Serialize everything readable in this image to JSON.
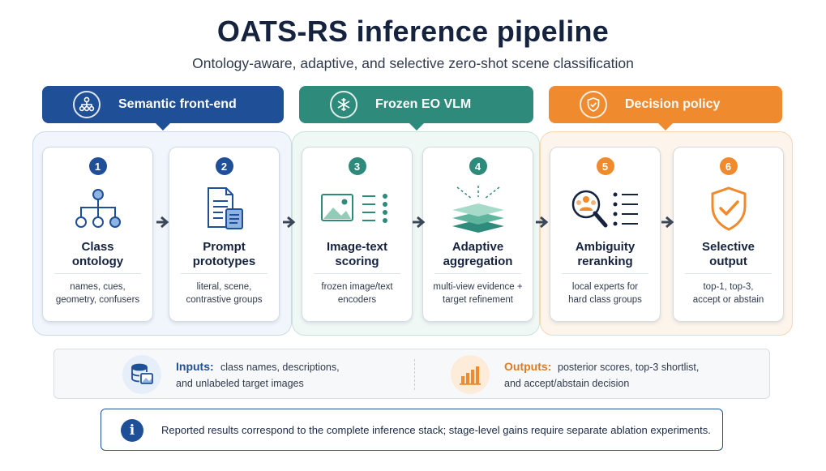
{
  "title": "OATS-RS inference pipeline",
  "subtitle": "Ontology-aware, adaptive, and selective zero-shot scene classification",
  "groups": [
    {
      "label": "Semantic front-end",
      "icon": "hierarchy-icon",
      "color": "#1f4f96"
    },
    {
      "label": "Frozen EO VLM",
      "icon": "snowflake-icon",
      "color": "#2e8a7a"
    },
    {
      "label": "Decision policy",
      "icon": "shield-check-icon",
      "color": "#ef8a2e"
    }
  ],
  "steps": [
    {
      "num": "1",
      "title_line1": "Class",
      "title_line2": "ontology",
      "desc_line1": "names, cues,",
      "desc_line2": "geometry, confusers",
      "icon": "class-tree-icon"
    },
    {
      "num": "2",
      "title_line1": "Prompt",
      "title_line2": "prototypes",
      "desc_line1": "literal, scene,",
      "desc_line2": "contrastive groups",
      "icon": "documents-icon"
    },
    {
      "num": "3",
      "title_line1": "Image-text",
      "title_line2": "scoring",
      "desc_line1": "frozen image/text",
      "desc_line2": "encoders",
      "icon": "image-text-icon"
    },
    {
      "num": "4",
      "title_line1": "Adaptive",
      "title_line2": "aggregation",
      "desc_line1": "multi-view evidence +",
      "desc_line2": "target refinement",
      "icon": "layers-icon"
    },
    {
      "num": "5",
      "title_line1": "Ambiguity",
      "title_line2": "reranking",
      "desc_line1": "local experts for",
      "desc_line2": "hard class groups",
      "icon": "search-list-icon"
    },
    {
      "num": "6",
      "title_line1": "Selective",
      "title_line2": "output",
      "desc_line1": "top-1, top-3,",
      "desc_line2": "accept or abstain",
      "icon": "shield-check-icon"
    }
  ],
  "inputs": {
    "label": "Inputs:",
    "line1": "class names, descriptions,",
    "line2": "and unlabeled target images",
    "icon": "database-image-icon"
  },
  "outputs": {
    "label": "Outputs:",
    "line1": "posterior scores, top-3 shortlist,",
    "line2": "and accept/abstain decision",
    "icon": "bar-chart-icon"
  },
  "note": {
    "icon": "info-icon",
    "text": "Reported results correspond to the complete inference stack; stage-level gains require separate ablation experiments."
  },
  "colors": {
    "blue": "#1f4f96",
    "green": "#2e8a7a",
    "orange": "#ef8a2e",
    "navy": "#15233f"
  }
}
